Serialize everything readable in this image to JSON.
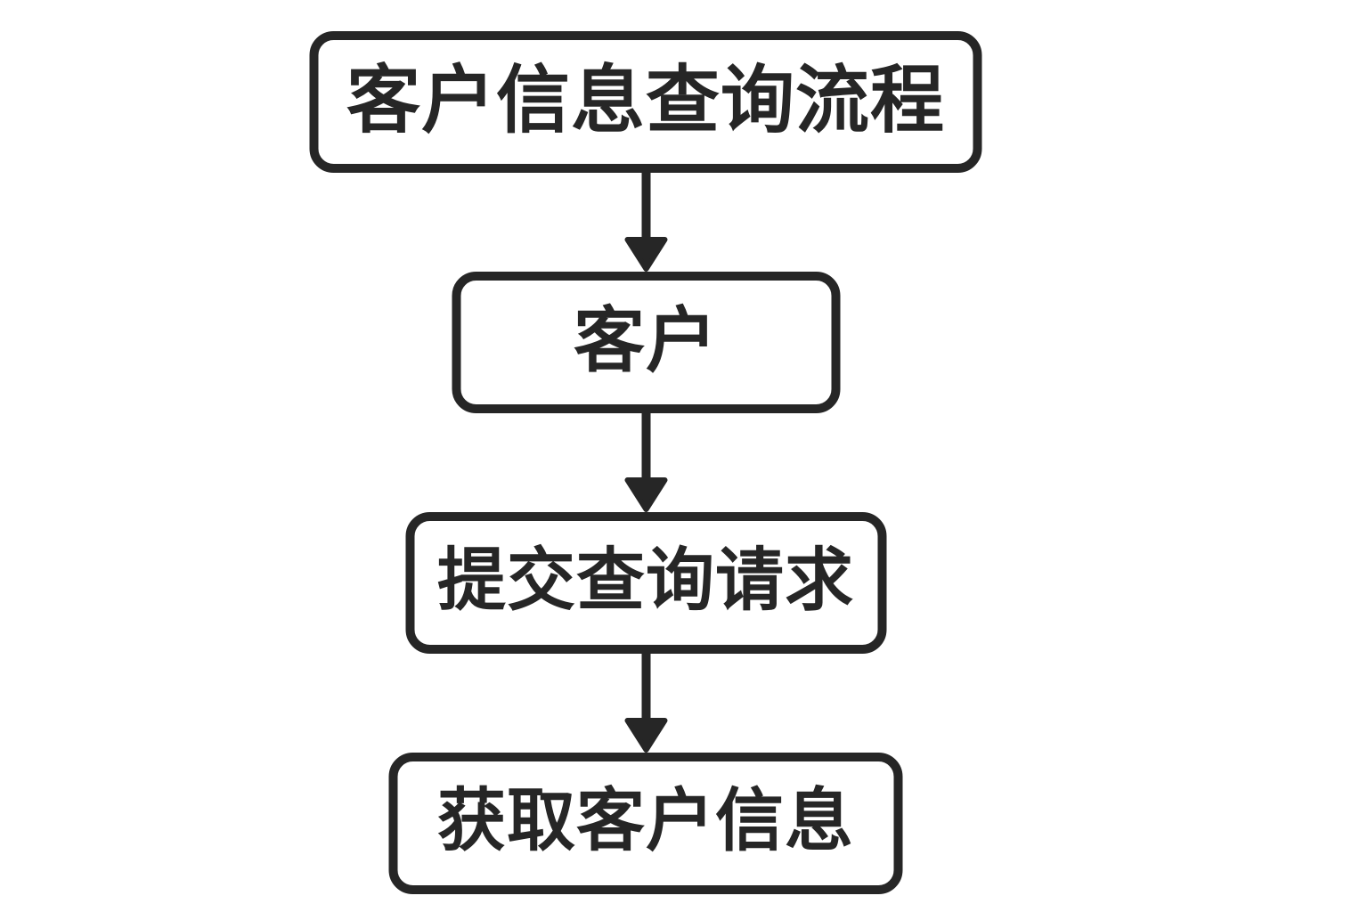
{
  "flowchart": {
    "title": "客户信息查询流程",
    "nodes": [
      {
        "id": "title",
        "label": "客户信息查询流程"
      },
      {
        "id": "actor",
        "label": "客户"
      },
      {
        "id": "step-1",
        "label": "提交查询请求"
      },
      {
        "id": "result",
        "label": "获取客户信息"
      }
    ],
    "edges": [
      {
        "from": "title",
        "to": "actor",
        "direction": "down"
      },
      {
        "from": "actor",
        "to": "step-1",
        "direction": "down"
      },
      {
        "from": "step-1",
        "to": "result",
        "direction": "down"
      }
    ],
    "colors": {
      "ink": "#262626",
      "background": "#ffffff"
    }
  }
}
